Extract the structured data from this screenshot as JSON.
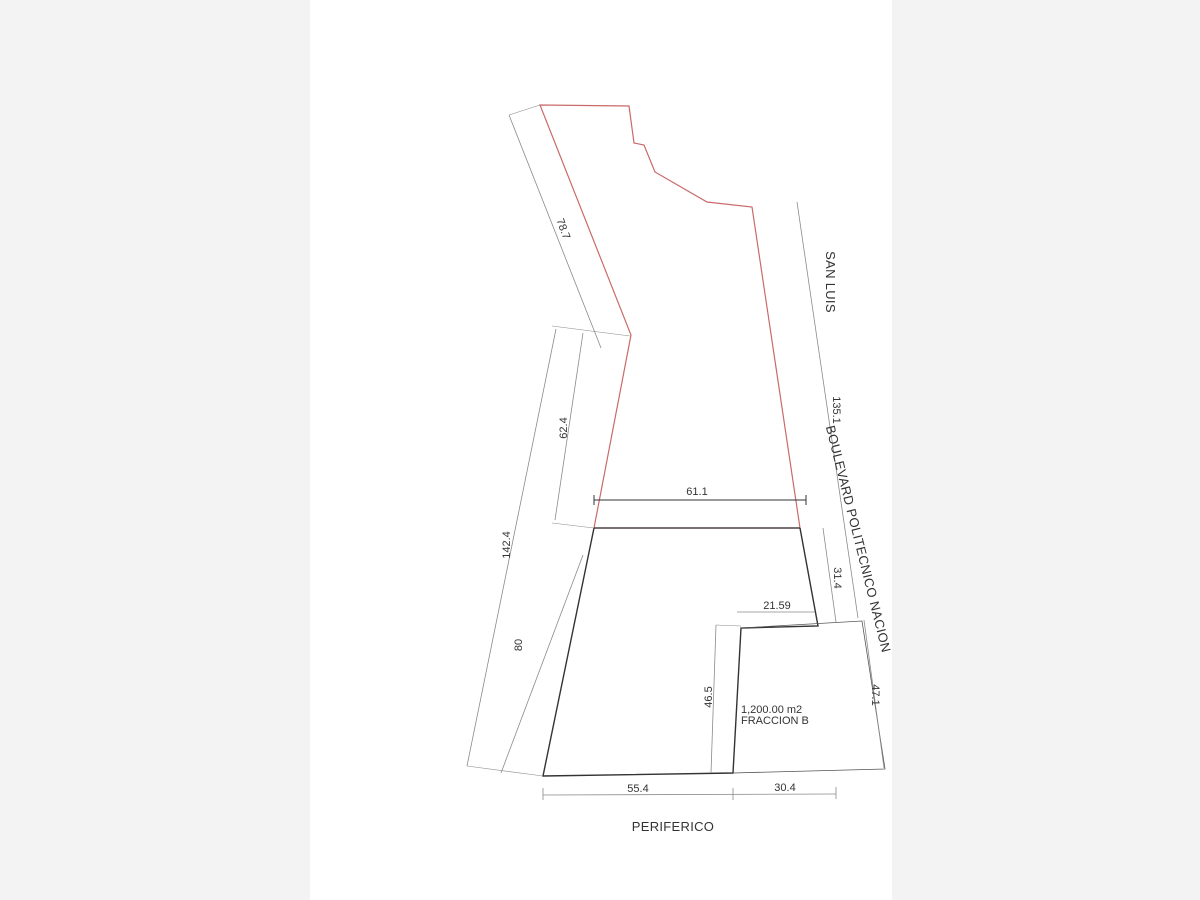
{
  "colors": {
    "background": "#f3f3f3",
    "sheet": "#ffffff",
    "parcel_outline": "#c96a6a",
    "boundary": "#333333",
    "dimension": "#8a8a8a",
    "text": "#333333"
  },
  "streets": {
    "north_east": "SAN LUIS",
    "east": "BOULEVARD POLITECNICO NACION",
    "south": "PERIFERICO"
  },
  "dimensions": {
    "northwest_edge": "78.7",
    "west_upper": "62.4",
    "west_total": "142.4",
    "west_lower": "80",
    "middle_width": "61.1",
    "east_total": "135.1",
    "east_lower": "31.4",
    "notch_width": "21.59",
    "notch_depth": "46.5",
    "southeast_edge": "47.1",
    "south_left": "55.4",
    "south_right": "30.4"
  },
  "fraction": {
    "area": "1,200.00 m2",
    "name": "FRACCION B"
  }
}
